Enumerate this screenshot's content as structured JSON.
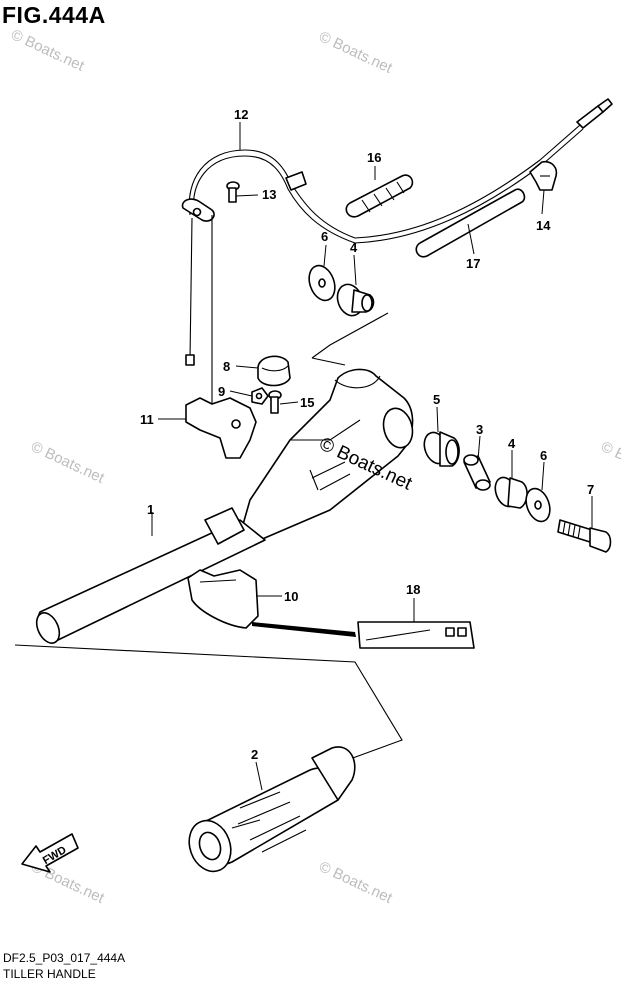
{
  "figure": {
    "title": "FIG.444A",
    "code": "DF2.5_P03_017_444A",
    "name": "TILLER HANDLE",
    "watermark": "© Boats.net",
    "center_watermark": "© Boats.net"
  },
  "callouts": {
    "p1": "1",
    "p2": "2",
    "p3": "3",
    "p4a": "4",
    "p4b": "4",
    "p5": "5",
    "p6a": "6",
    "p6b": "6",
    "p7": "7",
    "p8": "8",
    "p9": "9",
    "p10": "10",
    "p11": "11",
    "p12": "12",
    "p13": "13",
    "p14": "14",
    "p15": "15",
    "p16": "16",
    "p17": "17",
    "p18": "18"
  },
  "fwd_label": "FWD"
}
